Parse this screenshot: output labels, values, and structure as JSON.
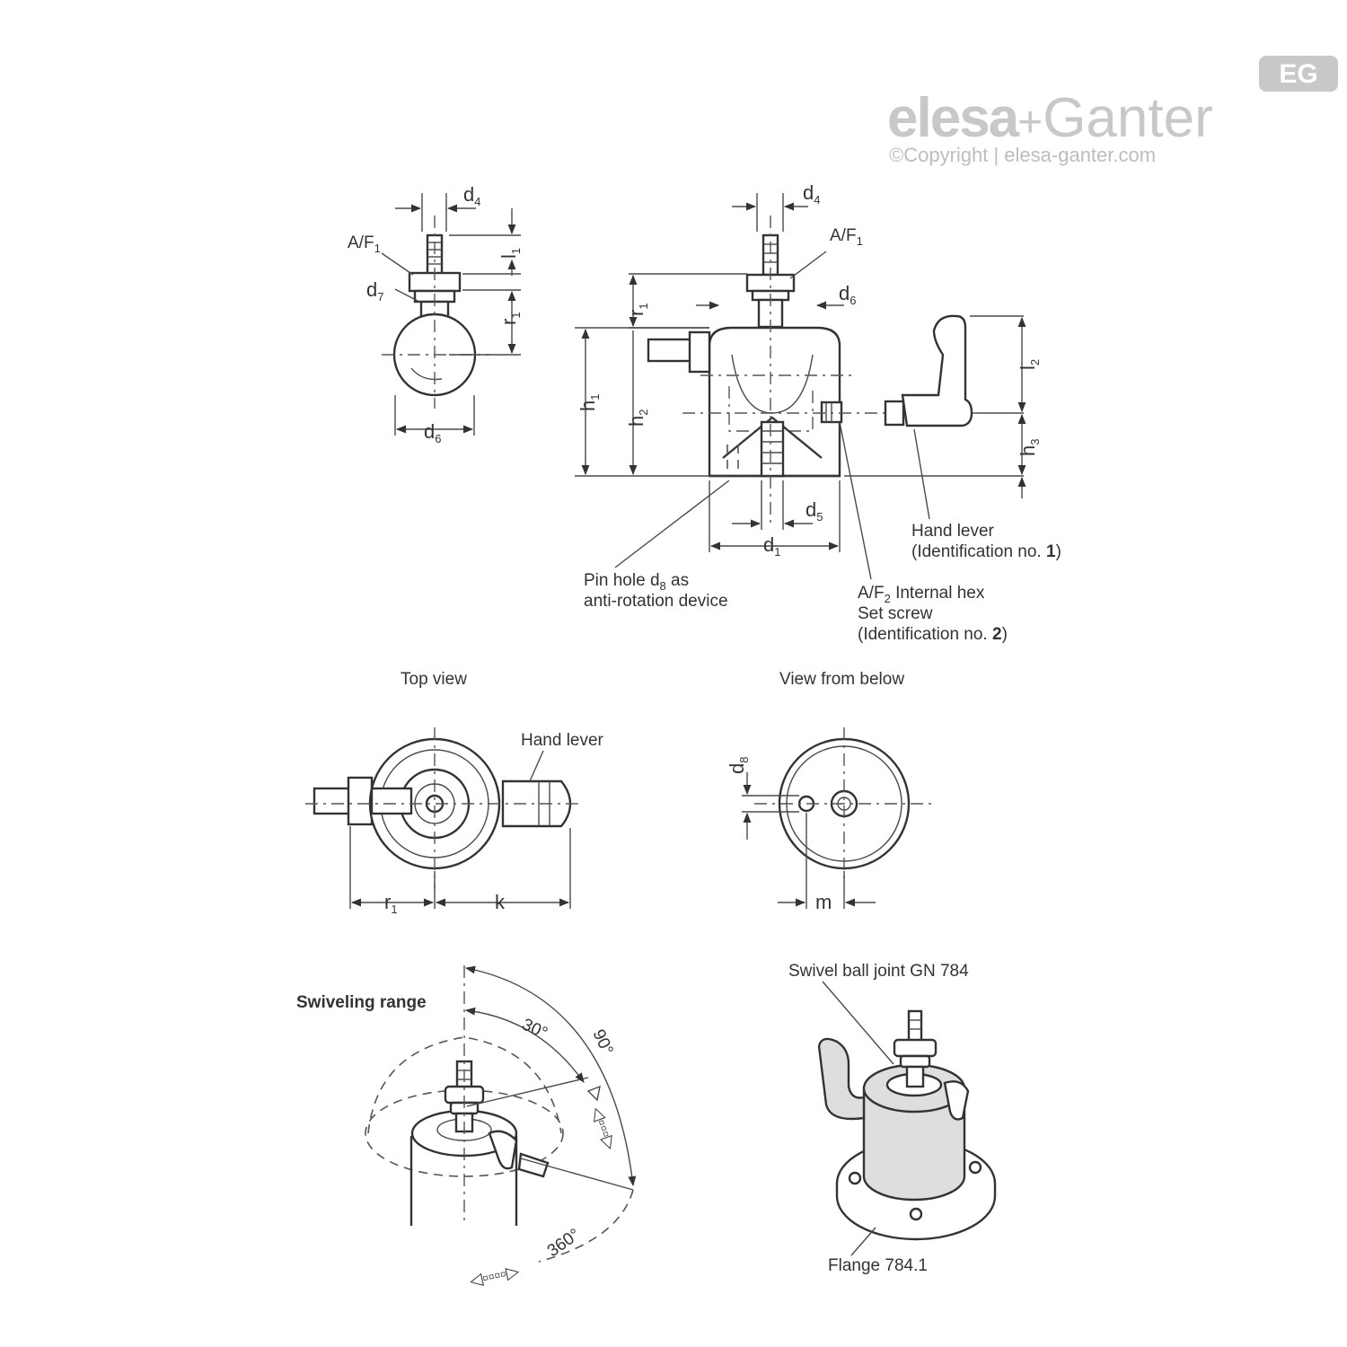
{
  "brand": {
    "badge": "EG",
    "name_left": "elesa",
    "name_plus": "+",
    "name_right": "Ganter",
    "copyright": "©Copyright | elesa-ganter.com"
  },
  "symbols": {
    "d4_a": "d",
    "d4_a_sub": "4",
    "af1_a": "A/F",
    "af1_a_sub": "1",
    "l1": "l",
    "l1_sub": "1",
    "d7": "d",
    "d7_sub": "7",
    "r1_a": "r",
    "r1_a_sub": "1",
    "d6_a": "d",
    "d6_a_sub": "6",
    "d4_b": "d",
    "d4_b_sub": "4",
    "af1_b": "A/F",
    "af1_b_sub": "1",
    "d6_b": "d",
    "d6_b_sub": "6",
    "r1_b": "r",
    "r1_b_sub": "1",
    "h1": "h",
    "h1_sub": "1",
    "h2": "h",
    "h2_sub": "2",
    "l2": "l",
    "l2_sub": "2",
    "h3": "h",
    "h3_sub": "3",
    "d5": "d",
    "d5_sub": "5",
    "d1": "d",
    "d1_sub": "1",
    "d8": "d",
    "d8_sub": "8",
    "r1_c": "r",
    "r1_c_sub": "1",
    "k": "k",
    "m": "m"
  },
  "labels": {
    "pin_hole_line1_pre": "Pin hole d",
    "pin_hole_line1_sub": "8",
    "pin_hole_line1_post": " as",
    "pin_hole_line2": "anti-rotation device",
    "hand_lever_line1": "Hand lever",
    "hand_lever_line2_pre": "(Identification no. ",
    "hand_lever_line2_num": "1",
    "hand_lever_line2_post": ")",
    "set_screw_line1_pre": "A/F",
    "set_screw_line1_sub": "2",
    "set_screw_line1_post": " Internal hex",
    "set_screw_line2": "Set screw",
    "set_screw_line3_pre": "(Identification no. ",
    "set_screw_line3_num": "2",
    "set_screw_line3_post": ")",
    "top_view": "Top view",
    "view_from_below": "View from below",
    "hand_lever_top": "Hand lever",
    "swiveling_range": "Swiveling range",
    "angle_30": "30°",
    "angle_90": "90°",
    "angle_360": "360°",
    "swivel_ball_joint": "Swivel ball joint GN 784",
    "flange": "Flange 784.1"
  }
}
